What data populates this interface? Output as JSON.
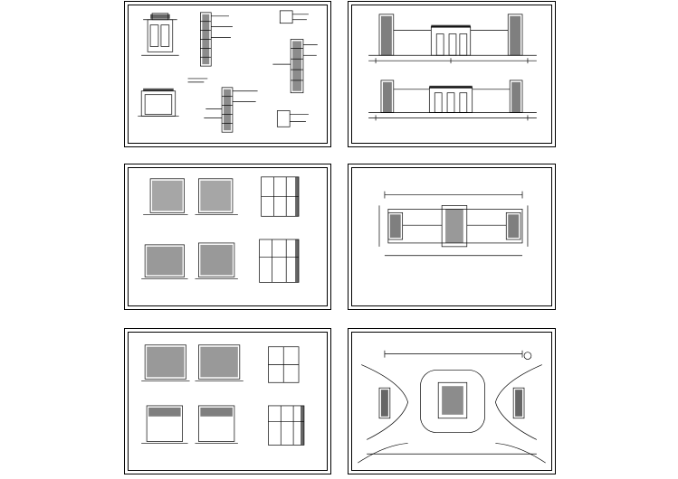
{
  "document": {
    "sheets": [
      {
        "id": "sheet-1",
        "caption": ""
      },
      {
        "id": "sheet-2",
        "caption": ""
      },
      {
        "id": "sheet-3",
        "caption": ""
      },
      {
        "id": "sheet-4",
        "caption": ""
      },
      {
        "id": "sheet-5",
        "caption": ""
      },
      {
        "id": "sheet-6",
        "caption": ""
      }
    ],
    "colors": {
      "line": "#000000",
      "paper": "#ffffff"
    }
  }
}
